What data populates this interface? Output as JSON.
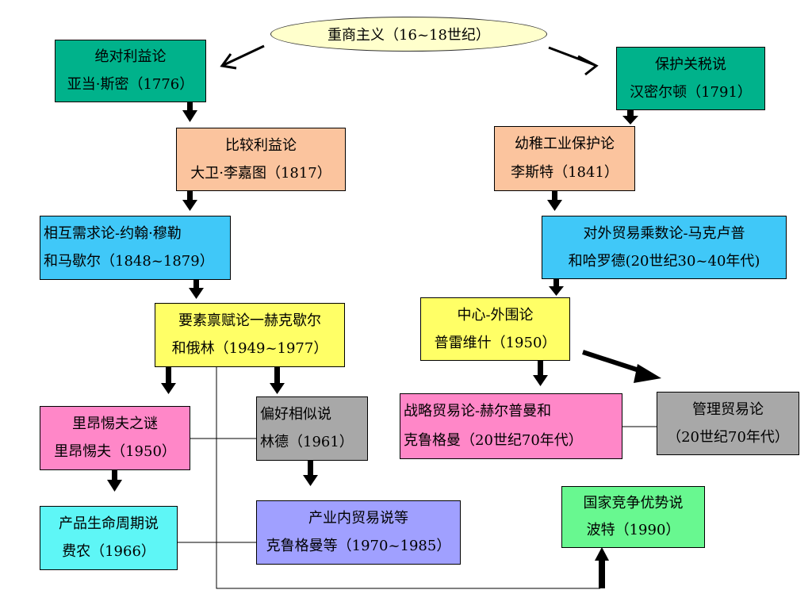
{
  "root": "重商主义（16~18世纪）",
  "nodes": {
    "absolute_advantage": {
      "line1": "绝对利益论",
      "line2": "亚当·斯密（1776）"
    },
    "protective_tariff": {
      "line1": "保护关税说",
      "line2": "汉密尔顿（1791）"
    },
    "comparative_advantage": {
      "line1": "比较利益论",
      "line2": "大卫·李嘉图（1817）"
    },
    "infant_industry": {
      "line1": "幼稚工业保护论",
      "line2": "李斯特（1841）"
    },
    "reciprocal_demand": {
      "line1": "相互需求论-约翰·穆勒",
      "line2": "和马歇尔（1848~1879）"
    },
    "trade_multiplier": {
      "line1": "对外贸易乘数论-马克卢普",
      "line2": "和哈罗德(20世纪30~40年代)"
    },
    "factor_endowment": {
      "line1": "要素禀赋论一赫克歇尔",
      "line2": "和俄林（1949~1977）"
    },
    "center_periphery": {
      "line1": "中心-外围论",
      "line2": "普雷维什（1950）"
    },
    "leontief_paradox": {
      "line1": "里昂惕夫之谜",
      "line2": "里昂惕夫（1950）"
    },
    "preference_similarity": {
      "line1": "偏好相似说",
      "line2": "林德（1961）"
    },
    "strategic_trade": {
      "line1": "战略贸易论-赫尔普曼和",
      "line2": "克鲁格曼（20世纪70年代）"
    },
    "managed_trade": {
      "line1": "管理贸易论",
      "line2": "（20世纪70年代）"
    },
    "product_life_cycle": {
      "line1": "产品生命周期说",
      "line2": "费农（1966）"
    },
    "intra_industry": {
      "line1": "产业内贸易说等",
      "line2": "克鲁格曼等（1970~1985）"
    },
    "national_competitive": {
      "line1": "国家竞争优势说",
      "line2": "波特（1990）"
    }
  }
}
